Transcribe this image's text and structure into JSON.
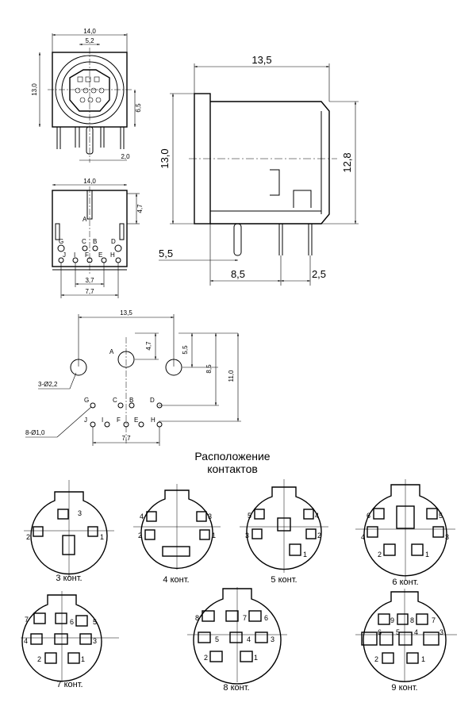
{
  "front_view": {
    "dims": {
      "width": "14,0",
      "inner": "5,2",
      "height": "13,0",
      "center": "6,5",
      "pin": "2,0"
    }
  },
  "bottom_view": {
    "dims": {
      "width": "14,0",
      "depth": "4,7",
      "span1": "3,7",
      "span2": "7,7"
    },
    "labels": {
      "A": "A",
      "G": "G",
      "C": "C",
      "B": "B",
      "D": "D",
      "J": "J",
      "I": "I",
      "F": "F",
      "E": "E",
      "H": "H"
    }
  },
  "side_view": {
    "dims": {
      "length": "13,5",
      "height": "13,0",
      "height2": "12,8",
      "offset": "5,5",
      "pin_pos": "8,5",
      "pitch": "2,5"
    }
  },
  "footprint": {
    "dims": {
      "length": "13,5",
      "d1": "4,7",
      "d2": "5,5",
      "d3": "8,5",
      "d4": "11,0",
      "span": "7,7"
    },
    "notes": {
      "big_holes": "3-Ø2,2",
      "small_holes": "8-Ø1,0"
    },
    "labels": {
      "A": "A",
      "G": "G",
      "C": "C",
      "B": "B",
      "D": "D",
      "J": "J",
      "I": "I",
      "F": "F",
      "E": "E",
      "H": "H"
    }
  },
  "pinout": {
    "title_line1": "Расположение",
    "title_line2": "контактов",
    "variants": [
      {
        "caption": "3 конт.",
        "pins": [
          "3",
          "2",
          "1"
        ]
      },
      {
        "caption": "4 конт.",
        "pins": [
          "4",
          "3",
          "2",
          "1"
        ]
      },
      {
        "caption": "5 конт.",
        "pins": [
          "5",
          "4",
          "3",
          "2",
          "1"
        ]
      },
      {
        "caption": "6 конт.",
        "pins": [
          "6",
          "5",
          "4",
          "3",
          "2",
          "1"
        ]
      },
      {
        "caption": "7 конт.",
        "pins": [
          "7",
          "6",
          "5",
          "4",
          "3",
          "2",
          "1"
        ]
      },
      {
        "caption": "8 конт.",
        "pins": [
          "8",
          "7",
          "6",
          "5",
          "4",
          "3",
          "2",
          "1"
        ]
      },
      {
        "caption": "9 конт.",
        "pins": [
          "9",
          "8",
          "7",
          "6",
          "5",
          "4",
          "3",
          "2",
          "1"
        ]
      }
    ]
  }
}
